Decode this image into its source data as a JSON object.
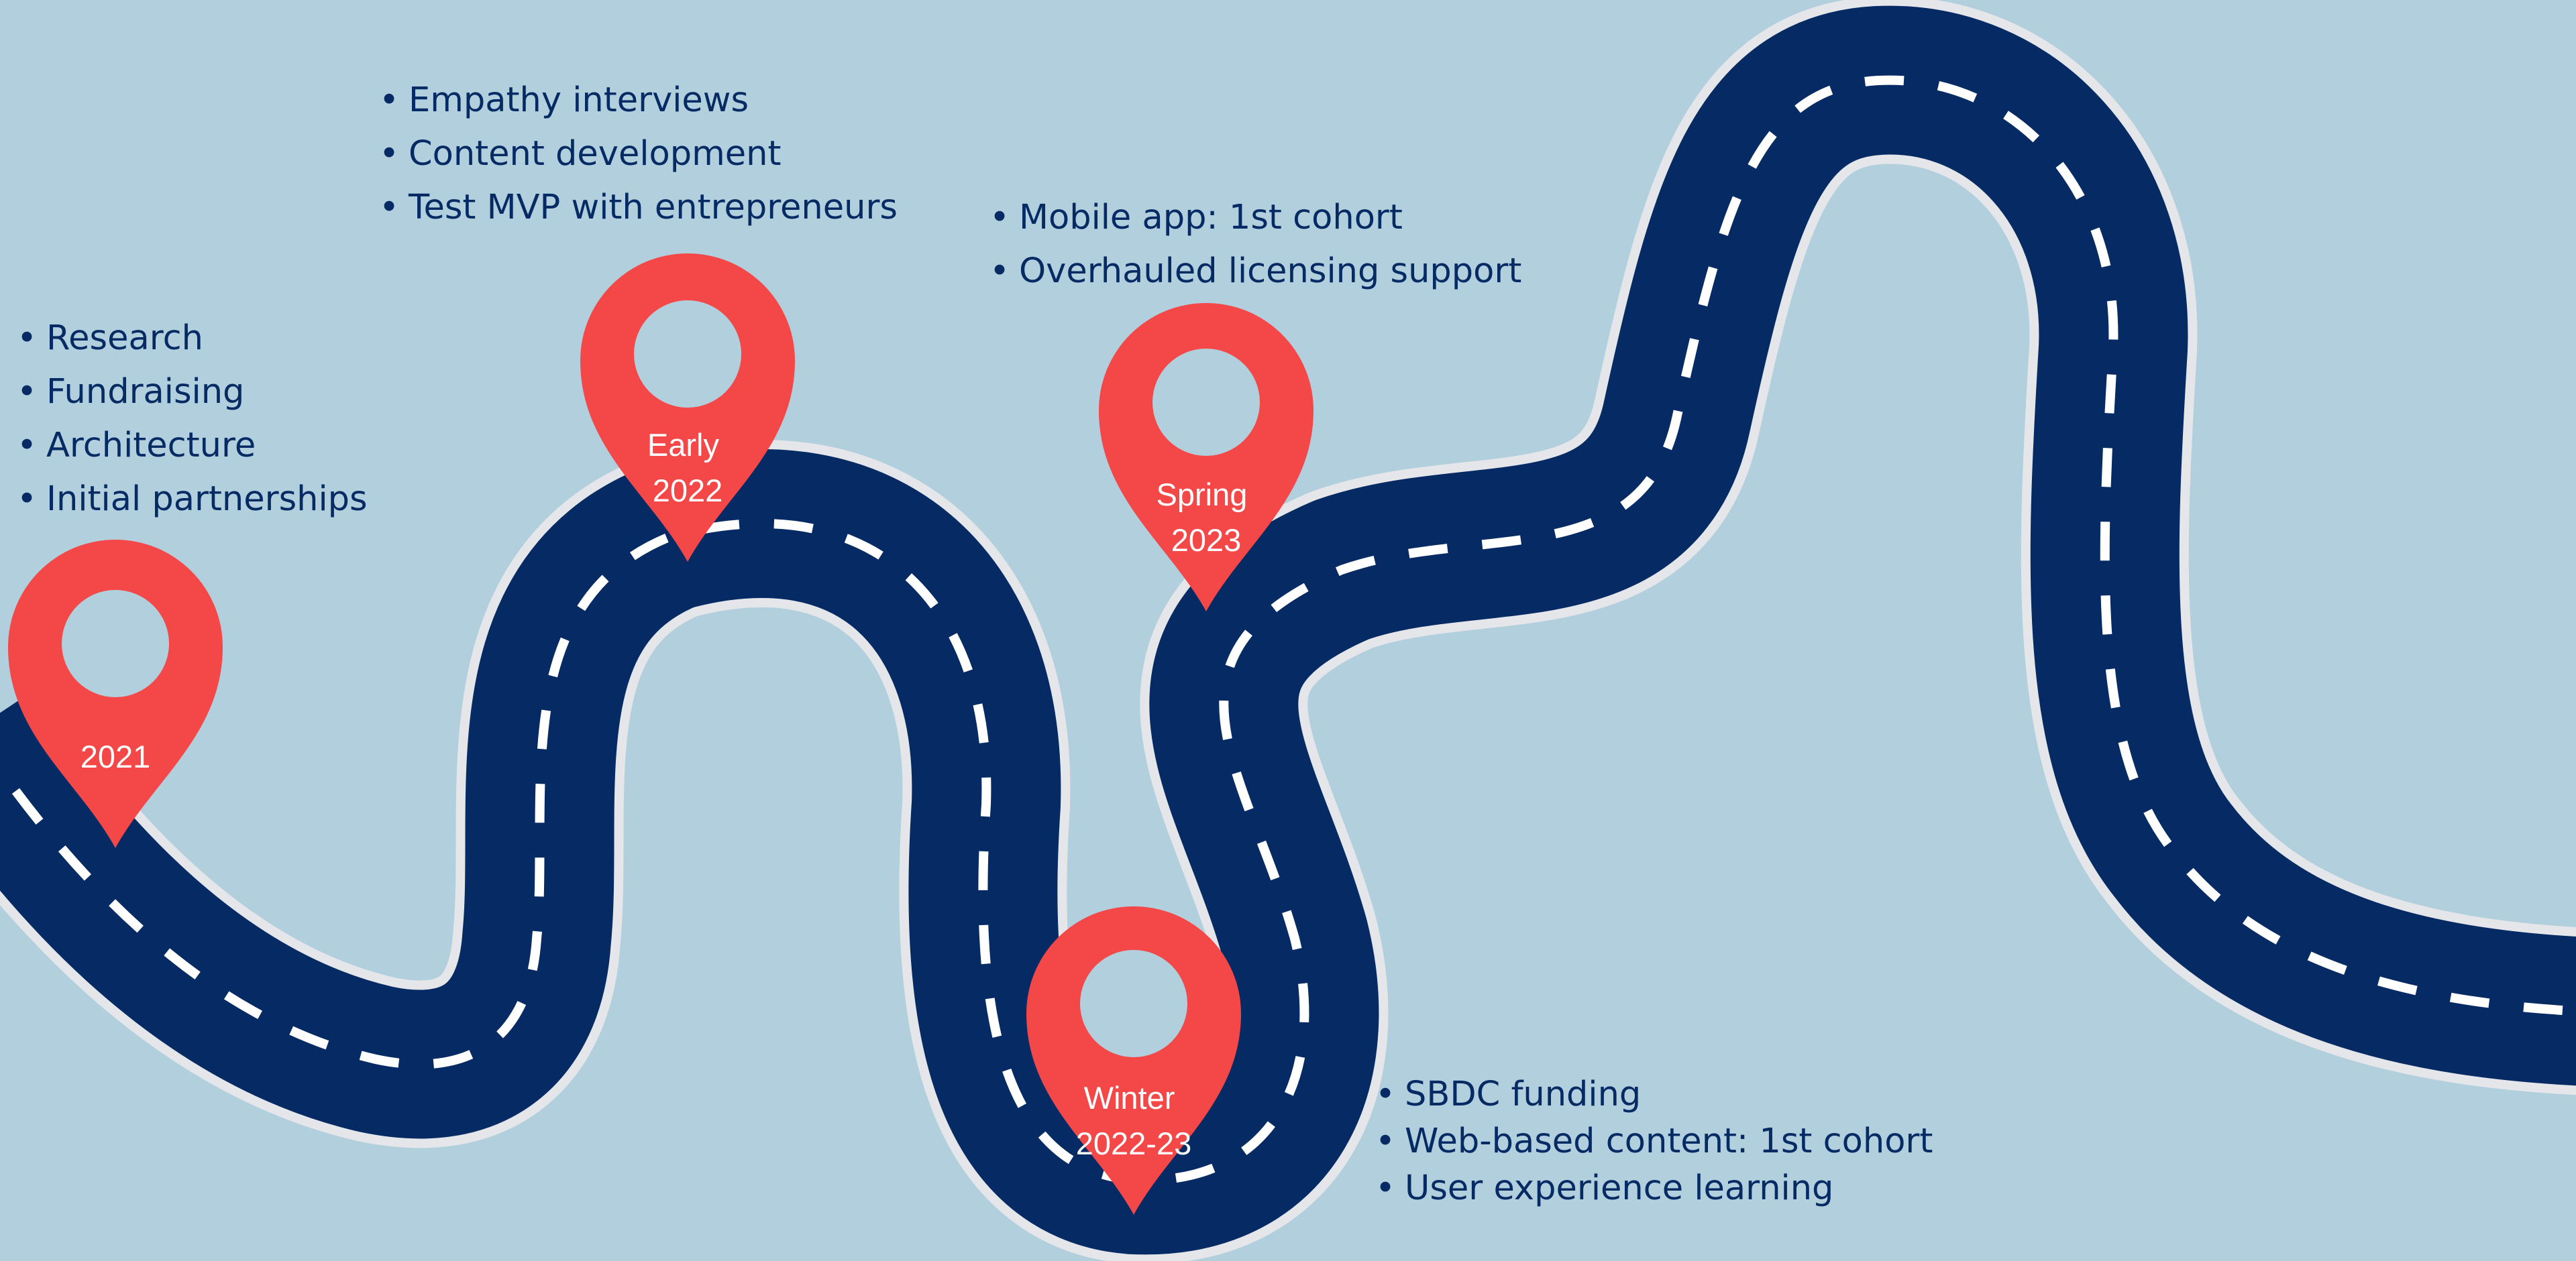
{
  "milestones": [
    {
      "id": "2021",
      "label_lines": [
        "2021"
      ],
      "items": [
        "Research",
        "Fundraising",
        "Architecture",
        "Initial partnerships"
      ]
    },
    {
      "id": "early-2022",
      "label_lines": [
        "Early",
        "2022"
      ],
      "items": [
        "Empathy interviews",
        "Content development",
        "Test MVP with entrepreneurs"
      ]
    },
    {
      "id": "winter-2022-23",
      "label_lines": [
        "Winter",
        "2022-23"
      ],
      "items": [
        "SBDC funding",
        "Web-based content: 1st cohort",
        "User experience learning"
      ]
    },
    {
      "id": "spring-2023",
      "label_lines": [
        "Spring",
        "2023"
      ],
      "items": [
        "Mobile app: 1st cohort",
        "Overhauled licensing support"
      ]
    }
  ],
  "colors": {
    "background": "#b2cfdd",
    "road": "#062a63",
    "road_edge": "#e4e6ea",
    "lane_marking": "#ffffff",
    "pin": "#f44848",
    "text": "#062a63"
  }
}
